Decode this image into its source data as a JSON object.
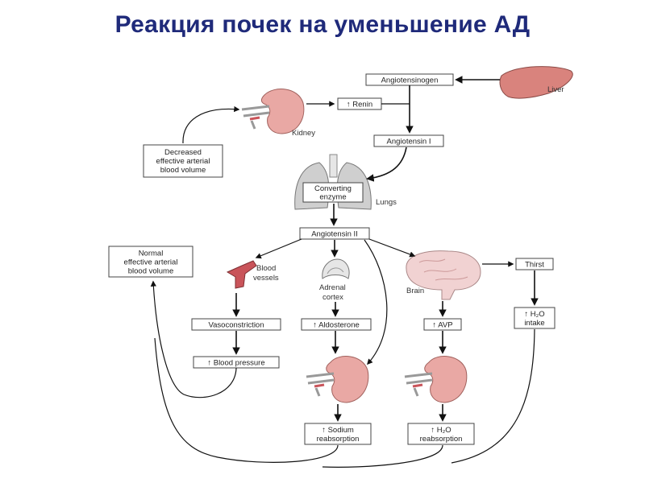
{
  "title": "Реакция почек на уменьшение АД",
  "colors": {
    "title": "#1f2a7a",
    "kidney": "#e9a8a4",
    "liver": "#d9837d",
    "vessel": "#c9545a",
    "brain": "#f1d2d2",
    "lungs": "#cfcfcf"
  },
  "boxes": {
    "angiotensinogen": "Angiotensinogen",
    "renin": "↑ Renin",
    "angiotensin1": "Angiotensin I",
    "decreased_line1": "Decreased",
    "decreased_line2": "effective arterial",
    "decreased_line3": "blood volume",
    "converting_line1": "Converting",
    "converting_line2": "enzyme",
    "angiotensin2": "Angiotensin II",
    "normal_line1": "Normal",
    "normal_line2": "effective arterial",
    "normal_line3": "blood volume",
    "thirst": "Thirst",
    "h2o_intake_line1": "↑ H₂O",
    "h2o_intake_line2": "intake",
    "vasoconstriction": "Vasoconstriction",
    "aldosterone": "↑ Aldosterone",
    "avp": "↑ AVP",
    "blood_pressure": "↑ Blood pressure",
    "sodium_line1": "↑ Sodium",
    "sodium_line2": "reabsorption",
    "h2o_reabs_line1": "↑ H₂O",
    "h2o_reabs_line2": "reabsorption"
  },
  "labels": {
    "liver": "Liver",
    "kidney": "Kidney",
    "lungs": "Lungs",
    "blood_vessels_line1": "Blood",
    "blood_vessels_line2": "vessels",
    "adrenal_line1": "Adrenal",
    "adrenal_line2": "cortex",
    "brain": "Brain"
  },
  "icons": [
    "kidney-icon",
    "liver-icon",
    "lungs-icon",
    "blood-vessel-icon",
    "adrenal-gland-icon",
    "brain-icon"
  ]
}
